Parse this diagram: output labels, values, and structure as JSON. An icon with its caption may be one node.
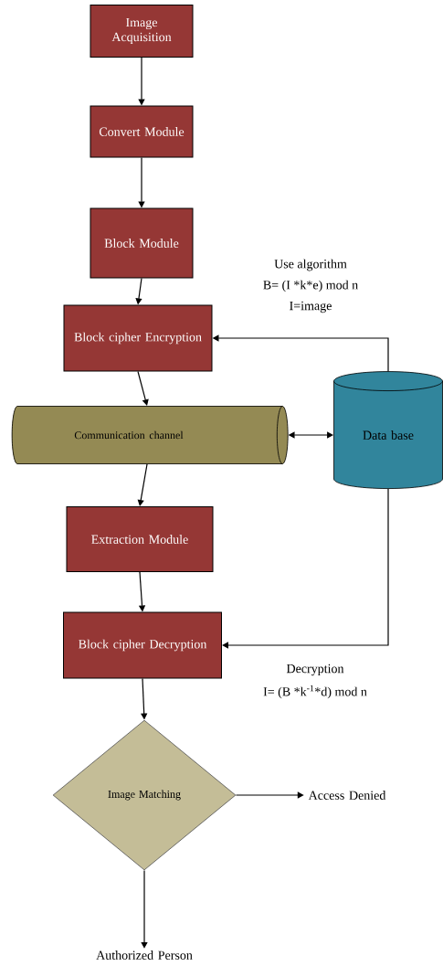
{
  "diagram": {
    "nodes": [
      {
        "text": [
          "Image Acquisition"
        ]
      },
      {
        "text": [
          "Convert Module"
        ]
      },
      {
        "text": [
          "Block Module"
        ]
      },
      {
        "text": [
          "Block cipher Encryption"
        ]
      },
      {
        "text": [
          "Communication channel"
        ]
      },
      {
        "text": [
          "Data base"
        ]
      },
      {
        "text": [
          "Extraction Module"
        ]
      },
      {
        "text": [
          "Block cipher Decryption"
        ]
      },
      {
        "text": [
          "Image Matching"
        ]
      },
      {
        "text": [
          "Access Denied"
        ]
      },
      {
        "text": [
          "Authorized Person"
        ]
      }
    ],
    "edges": [
      {
        "from": 0,
        "to": 1,
        "arrow": "to"
      },
      {
        "from": 1,
        "to": 2,
        "arrow": "to"
      },
      {
        "from": 2,
        "to": 3,
        "arrow": "to"
      },
      {
        "from": 5,
        "to": 3,
        "arrow": "to"
      },
      {
        "from": 3,
        "to": 4,
        "arrow": "to"
      },
      {
        "from": 4,
        "to": 5,
        "arrow": "both"
      },
      {
        "from": 4,
        "to": 6,
        "arrow": "to"
      },
      {
        "from": 6,
        "to": 7,
        "arrow": "to"
      },
      {
        "from": 5,
        "to": 7,
        "arrow": "to"
      },
      {
        "from": 7,
        "to": 8,
        "arrow": "to"
      },
      {
        "from": 8,
        "to": 9,
        "arrow": "to"
      },
      {
        "from": 8,
        "to": 10,
        "arrow": "to"
      }
    ],
    "labels": [
      "Use algorithm",
      "B= (I *k*e) mod n",
      "I=image",
      "Decryption",
      "I= (B *k$^{-1}$*d) mod n"
    ]
  }
}
